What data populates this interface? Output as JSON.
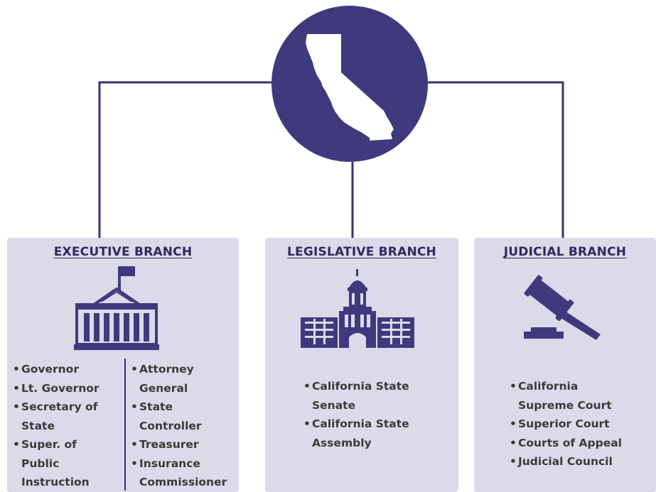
{
  "colors": {
    "primary": "#3f3a7e",
    "panel_bg": "#dcdae8",
    "text": "#3a3a3a"
  },
  "hub": {
    "icon": "california-map-icon"
  },
  "branches": [
    {
      "title": "EXECUTIVE BRANCH",
      "icon": "white-house-building-icon",
      "columns": [
        [
          {
            "text": "Governor"
          },
          {
            "text": "Lt. Governor"
          },
          {
            "text": "Secretary of",
            "cont": "State"
          },
          {
            "text": "Super. of",
            "cont": "Public"
          },
          {
            "cont2": "Instruction"
          }
        ],
        [
          {
            "text": "Attorney",
            "cont": "General"
          },
          {
            "text": "State",
            "cont": "Controller"
          },
          {
            "text": "Treasurer"
          },
          {
            "text": "Insurance",
            "cont": "Commissioner"
          }
        ]
      ]
    },
    {
      "title": "LEGISLATIVE BRANCH",
      "icon": "capitol-building-icon",
      "items": [
        {
          "text": "California State",
          "cont": "Senate"
        },
        {
          "text": "California State",
          "cont": "Assembly"
        }
      ]
    },
    {
      "title": "JUDICIAL BRANCH",
      "icon": "gavel-icon",
      "items": [
        {
          "text": "California",
          "cont": "Supreme Court"
        },
        {
          "text": "Superior Court"
        },
        {
          "text": "Courts of Appeal"
        },
        {
          "text": "Judicial Council"
        }
      ]
    }
  ]
}
